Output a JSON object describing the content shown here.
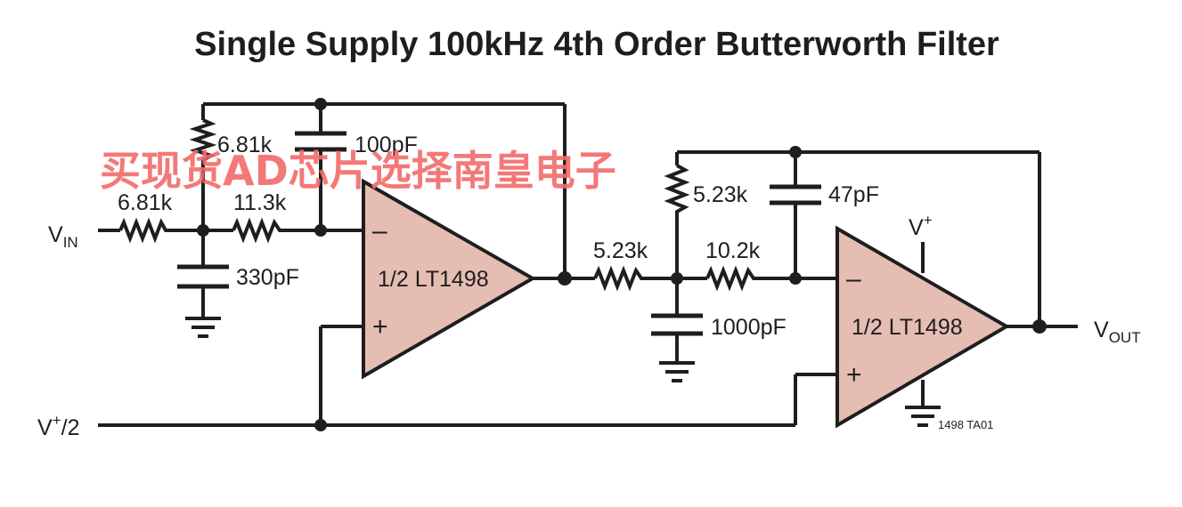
{
  "title": "Single Supply 100kHz 4th Order Butterworth Filter",
  "watermark": "买现货AD芯片选择南皇电子",
  "colors": {
    "opamp_fill": "#e6bdb3",
    "wire": "#1e1e1e",
    "watermark": "#f26a6a"
  },
  "ports": {
    "vin": {
      "main": "V",
      "sub": "IN"
    },
    "vout": {
      "main": "V",
      "sub": "OUT"
    },
    "vbias": {
      "main": "V",
      "sup": "+",
      "rest": "/2"
    },
    "vplus": {
      "main": "V",
      "sup": "+"
    }
  },
  "components": {
    "r1": "6.81k",
    "r2": "6.81k",
    "r3": "11.3k",
    "c1": "100pF",
    "c2": "330pF",
    "r4": "5.23k",
    "r5": "5.23k",
    "r6": "10.2k",
    "c3": "47pF",
    "c4": "1000pF"
  },
  "opamps": {
    "u1": {
      "label": "1/2 LT1498",
      "minus": "–",
      "plus": "+"
    },
    "u2": {
      "label": "1/2 LT1498",
      "minus": "–",
      "plus": "+"
    }
  },
  "figure_code": "1498 TA01"
}
